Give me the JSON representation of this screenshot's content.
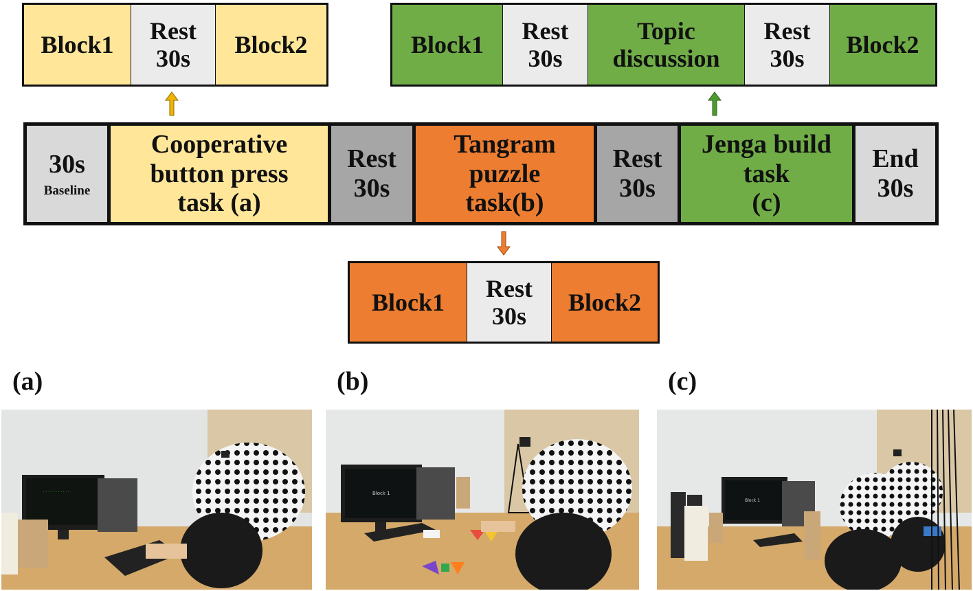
{
  "top_left": {
    "cells": [
      {
        "lines": [
          "Block1"
        ]
      },
      {
        "lines": [
          "Rest",
          "30s"
        ]
      },
      {
        "lines": [
          "Block2"
        ]
      }
    ]
  },
  "top_right": {
    "cells": [
      {
        "lines": [
          "Block1"
        ]
      },
      {
        "lines": [
          "Rest",
          "30s"
        ]
      },
      {
        "lines": [
          "Topic",
          "discussion"
        ]
      },
      {
        "lines": [
          "Rest",
          "30s"
        ]
      },
      {
        "lines": [
          "Block2"
        ]
      }
    ]
  },
  "main": {
    "cells": [
      {
        "lines": [
          "30s"
        ],
        "sub": "Baseline"
      },
      {
        "lines": [
          "Cooperative",
          "button press",
          "task (a)"
        ]
      },
      {
        "lines": [
          "Rest",
          "30s"
        ]
      },
      {
        "lines": [
          "Tangram",
          "puzzle",
          "task(b)"
        ]
      },
      {
        "lines": [
          "Rest",
          "30s"
        ]
      },
      {
        "lines": [
          "Jenga build",
          "task",
          "(c)"
        ]
      },
      {
        "lines": [
          "End",
          "30s"
        ]
      }
    ]
  },
  "bottom": {
    "cells": [
      {
        "lines": [
          "Block1"
        ]
      },
      {
        "lines": [
          "Rest",
          "30s"
        ]
      },
      {
        "lines": [
          "Block2"
        ]
      }
    ]
  },
  "panels": [
    {
      "label": "(a)",
      "screen_text": ""
    },
    {
      "label": "(b)",
      "screen_text": "Block 1"
    },
    {
      "label": "(c)",
      "screen_text": "Block 1"
    }
  ],
  "colors": {
    "cooperative": "#ffe699",
    "tangram": "#ed7d31",
    "jenga": "#70ad47",
    "rest_light": "#ebebeb",
    "rest_dark": "#a6a6a6",
    "arrow_yellow": "#f0b400",
    "arrow_orange": "#ed7d31",
    "arrow_green": "#4e9a2f"
  }
}
